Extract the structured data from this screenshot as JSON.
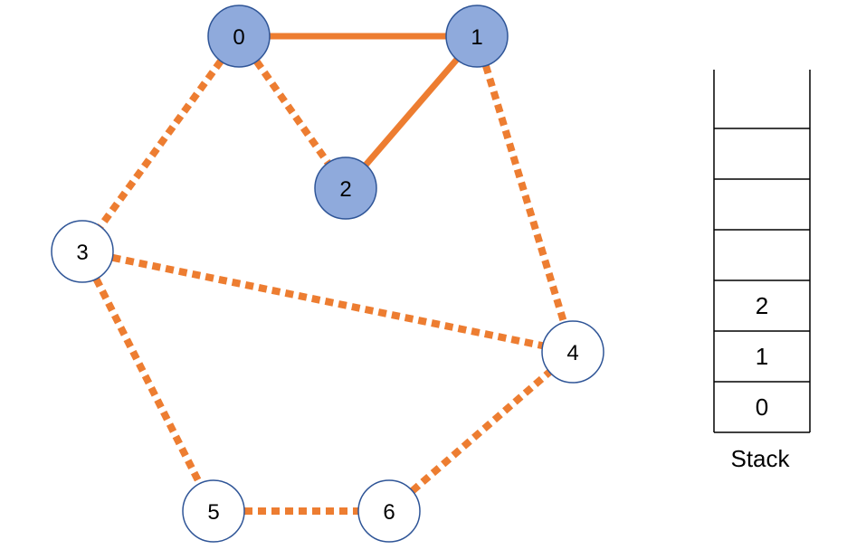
{
  "graph": {
    "nodes": [
      {
        "id": "0",
        "label": "0",
        "visited": true
      },
      {
        "id": "1",
        "label": "1",
        "visited": true
      },
      {
        "id": "2",
        "label": "2",
        "visited": true
      },
      {
        "id": "3",
        "label": "3",
        "visited": false
      },
      {
        "id": "4",
        "label": "4",
        "visited": false
      },
      {
        "id": "5",
        "label": "5",
        "visited": false
      },
      {
        "id": "6",
        "label": "6",
        "visited": false
      }
    ],
    "edges": [
      {
        "from": "0",
        "to": "1",
        "style": "solid"
      },
      {
        "from": "1",
        "to": "2",
        "style": "solid"
      },
      {
        "from": "0",
        "to": "2",
        "style": "dashed"
      },
      {
        "from": "0",
        "to": "3",
        "style": "dashed"
      },
      {
        "from": "1",
        "to": "4",
        "style": "dashed"
      },
      {
        "from": "3",
        "to": "4",
        "style": "dashed"
      },
      {
        "from": "3",
        "to": "5",
        "style": "dashed"
      },
      {
        "from": "5",
        "to": "6",
        "style": "dashed"
      },
      {
        "from": "6",
        "to": "4",
        "style": "dashed"
      }
    ]
  },
  "stack": {
    "title": "Stack",
    "cells": [
      "",
      "",
      "",
      "2",
      "1",
      "0"
    ]
  },
  "colors": {
    "edge": "#ED7D31",
    "visited_fill": "#8FAADC",
    "unvisited_fill": "#FFFFFF",
    "node_stroke": "#2F5597"
  }
}
